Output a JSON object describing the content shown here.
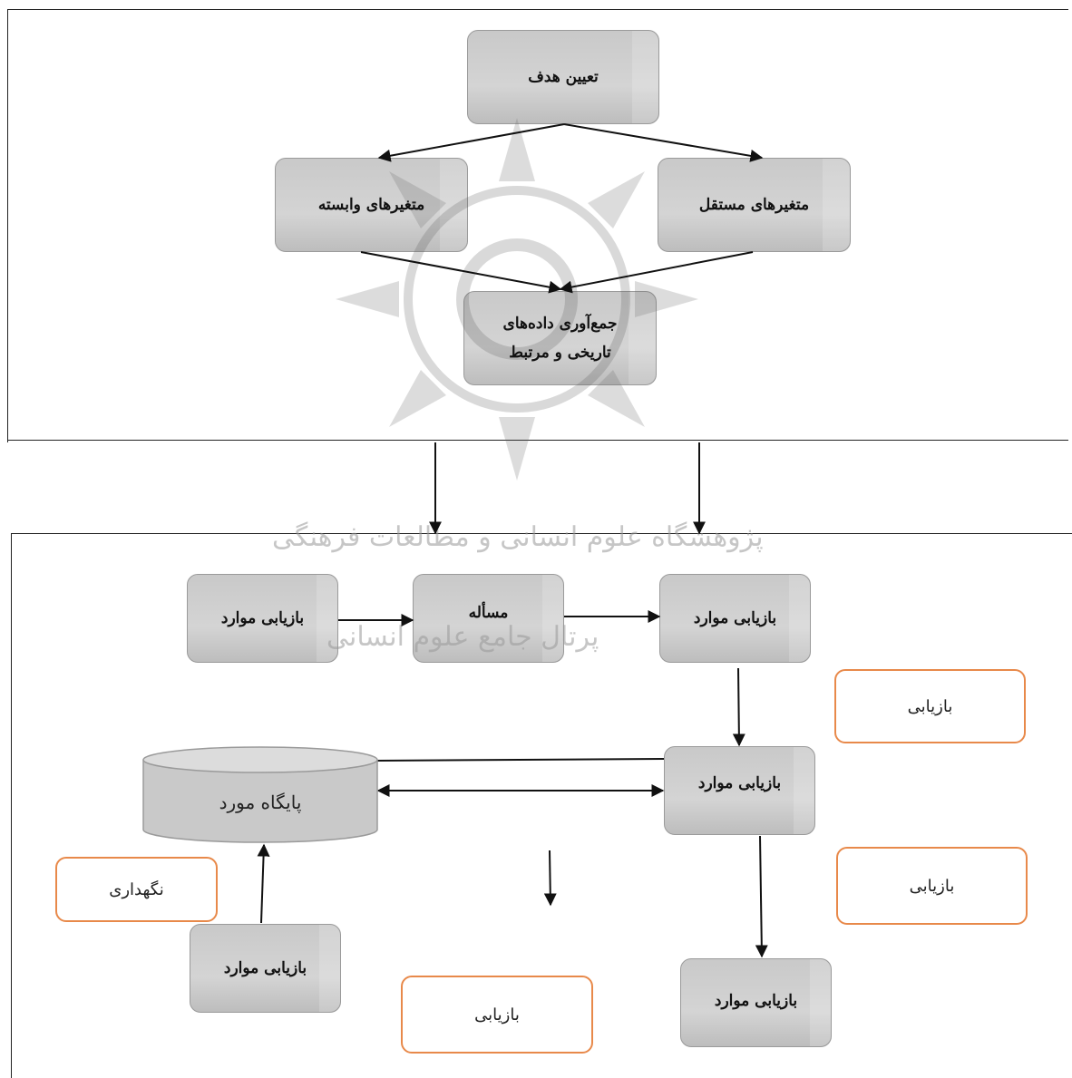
{
  "top_section": {
    "goal": "تعیین هدف",
    "dependent_vars": "متغیرهای وابسته",
    "independent_vars": "متغیرهای مستقل",
    "data_collection_line1": "جمع‌آوری داده‌های",
    "data_collection_line2": "تاریخی و مرتبط"
  },
  "bottom_section": {
    "left_retrieve": "بازیابی موارد",
    "problem": "مسأله",
    "right_retrieve": "بازیابی موارد",
    "evaluation_1": "بازیابی",
    "middle_retrieve": "بازیابی موارد",
    "case_base": "پایگاه مورد",
    "evaluation_2": "بازیابی",
    "maintenance": "نگهداری",
    "bottom_left_retrieve": "بازیابی موارد",
    "evaluation_3": "بازیابی",
    "bottom_right_retrieve": "بازیابی موارد"
  },
  "watermark": {
    "line1": "پژوهشگاه علوم انسانی و مطالعات فرهنگی",
    "line2": "پرتال جامع علوم انسانی"
  }
}
